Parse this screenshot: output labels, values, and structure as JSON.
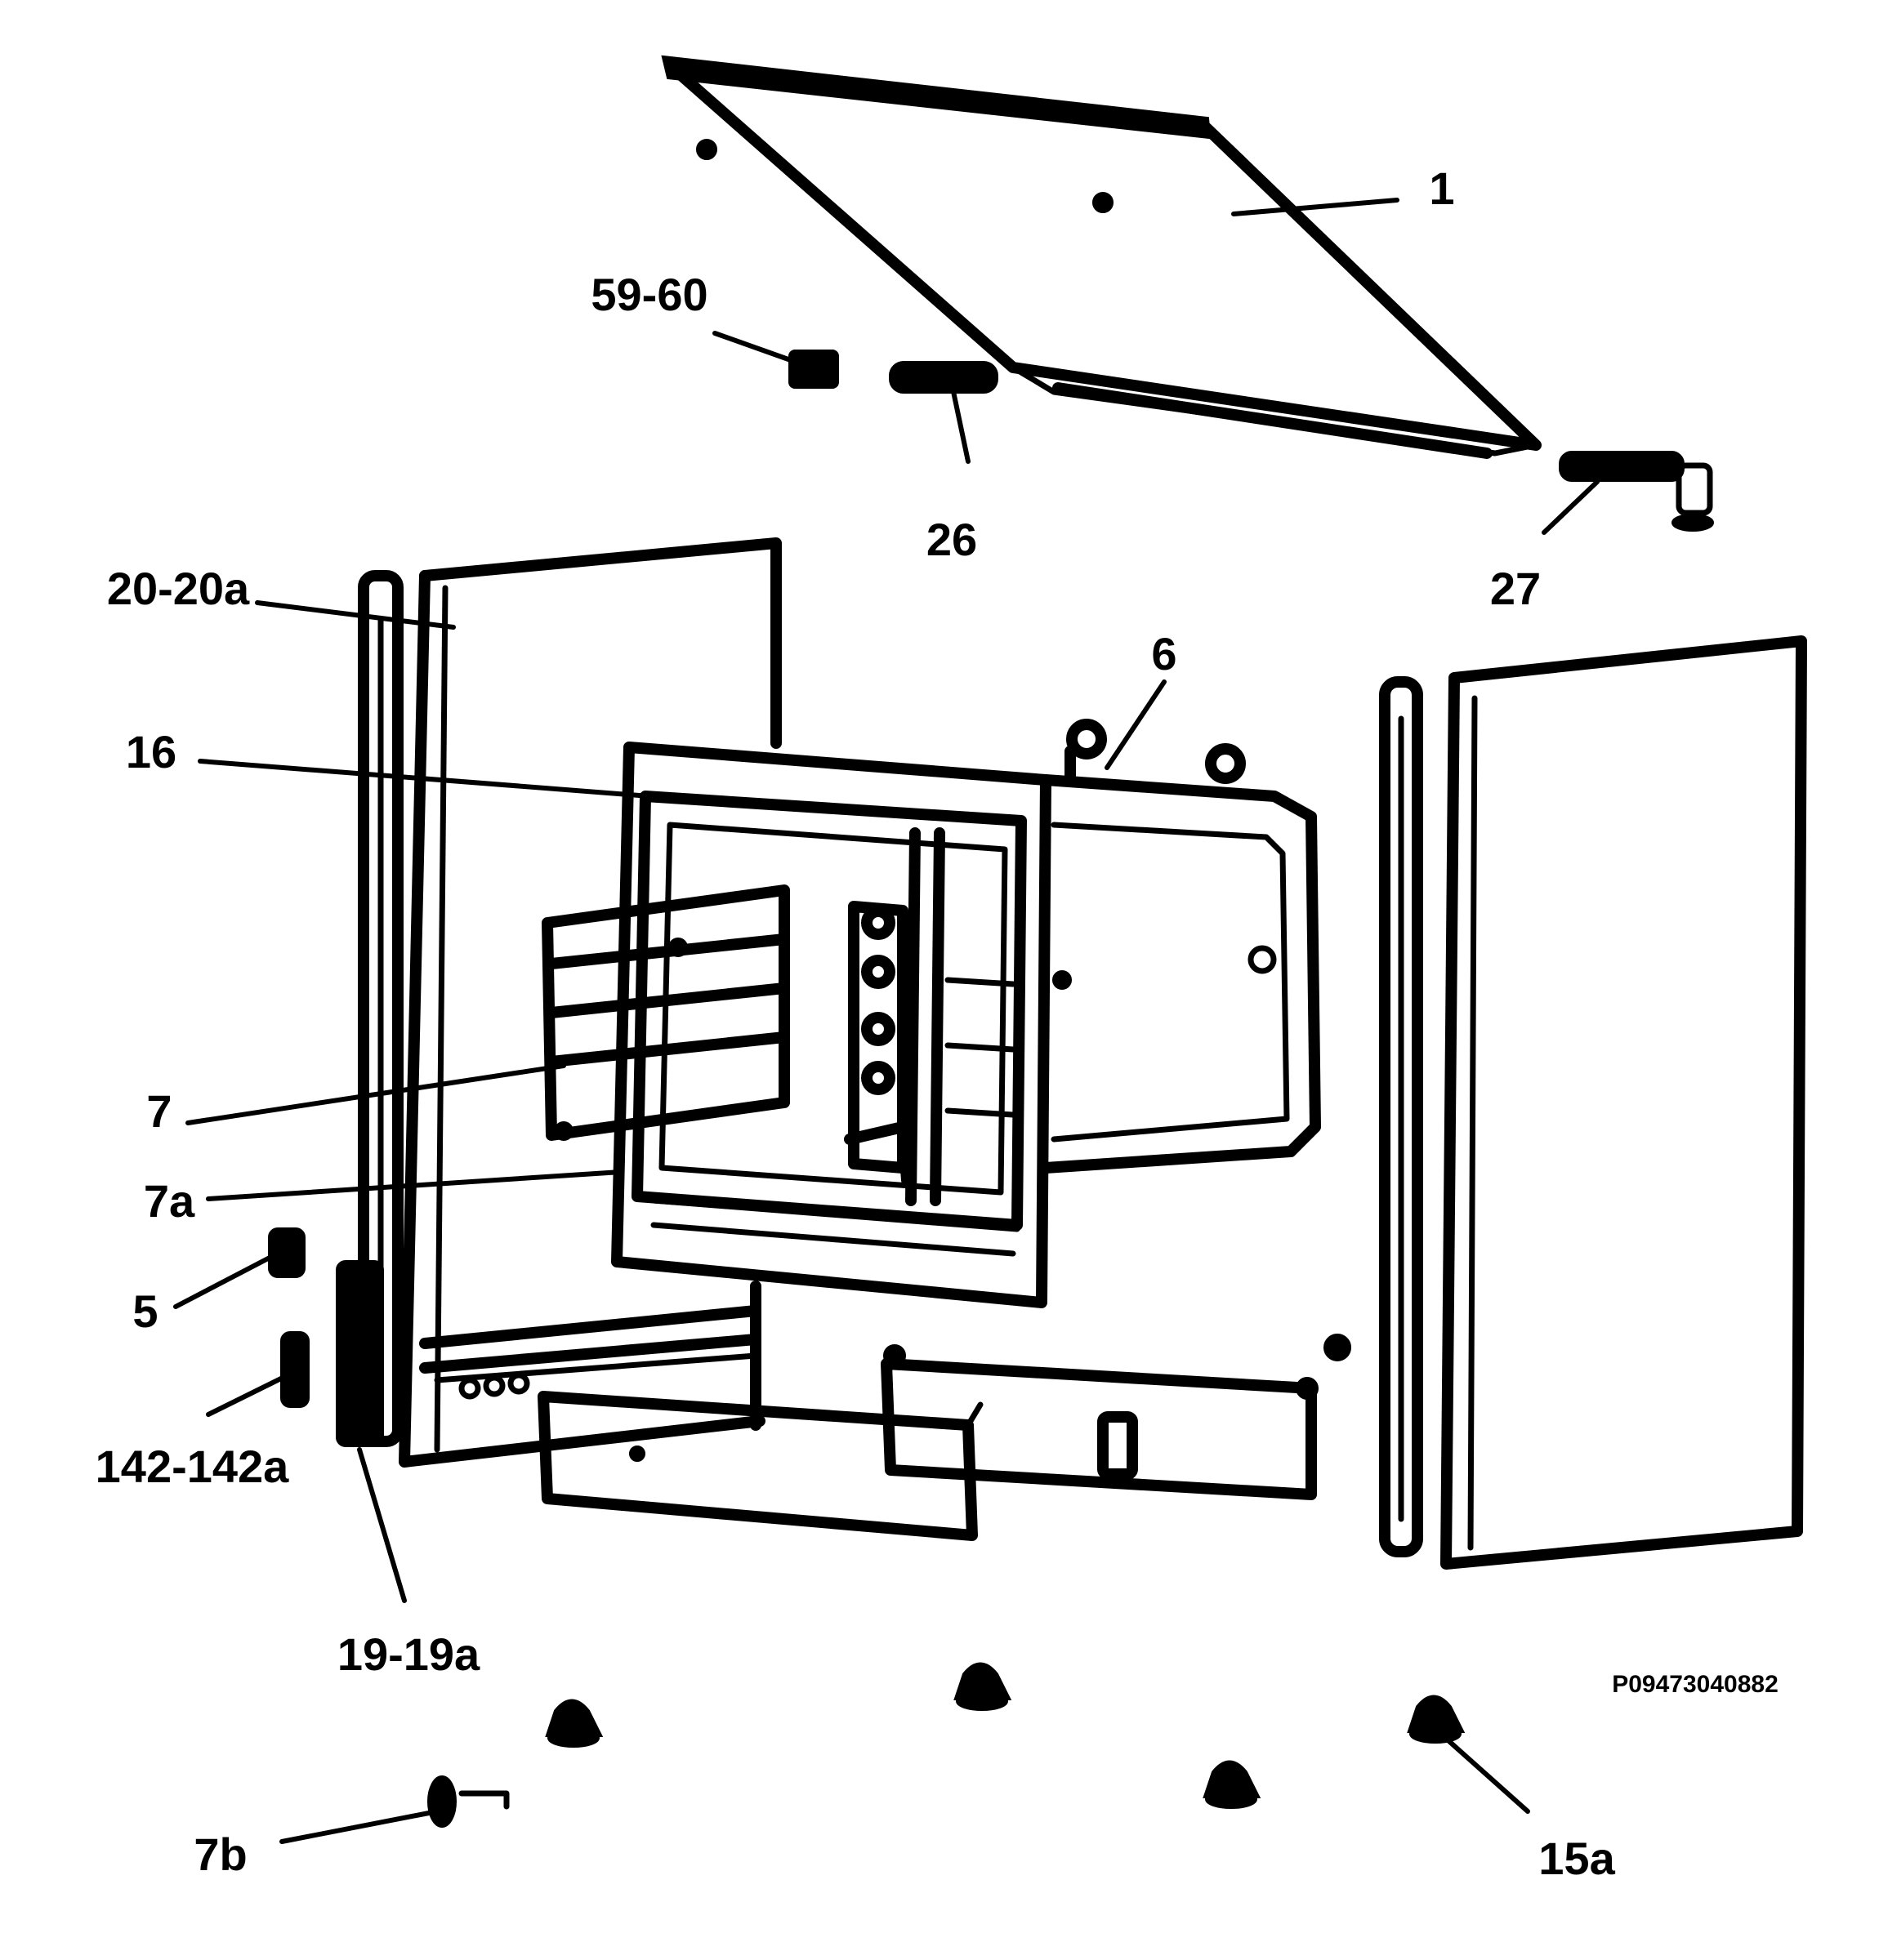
{
  "diagram": {
    "reference_code": "P09473040882",
    "callouts": {
      "c1": "1",
      "c59_60": "59-60",
      "c26": "26",
      "c27": "27",
      "c20_20a": "20-20a",
      "c6": "6",
      "c16": "16",
      "c7": "7",
      "c7a": "7a",
      "c5": "5",
      "c142_142a": "142-142a",
      "c19_19a": "19-19a",
      "c7b": "7b",
      "c15a": "15a"
    }
  }
}
